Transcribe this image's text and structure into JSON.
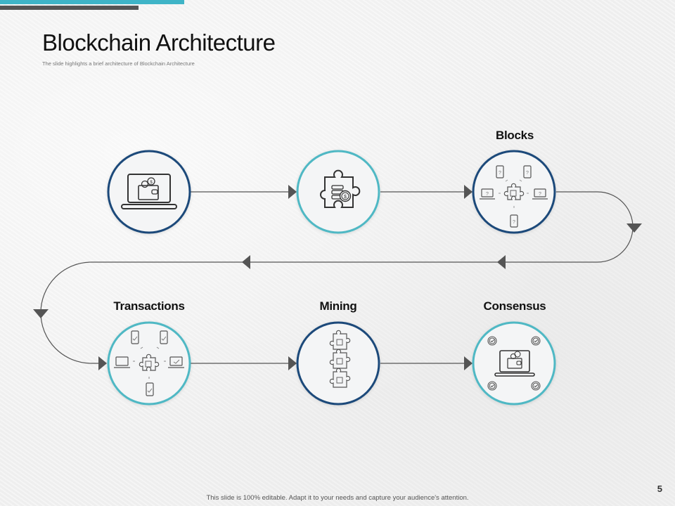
{
  "header": {
    "title": "Blockchain Architecture",
    "subtitle": "The slide highlights a brief architecture  of Blockchain Architecture"
  },
  "stages": [
    {
      "label": "",
      "icon": "laptop-wallet-coins-icon",
      "ring_color": "#1b4a7a"
    },
    {
      "label": "",
      "icon": "puzzle-coins-icon",
      "ring_color": "#4fb8c4"
    },
    {
      "label": "Blocks",
      "icon": "network-puzzle-question-icon",
      "ring_color": "#1b4a7a"
    },
    {
      "label": "Transactions",
      "icon": "network-puzzle-check-icon",
      "ring_color": "#4fb8c4"
    },
    {
      "label": "Mining",
      "icon": "stacked-puzzle-icon",
      "ring_color": "#1b4a7a"
    },
    {
      "label": "Consensus",
      "icon": "laptop-wallet-checks-icon",
      "ring_color": "#4fb8c4"
    }
  ],
  "colors": {
    "accent_teal": "#3fb4c7",
    "accent_gray": "#555555",
    "navy": "#1b4a7a",
    "teal": "#4fb8c4",
    "connector": "#555555"
  },
  "footer": {
    "note": "This slide is 100% editable. Adapt it to your needs and capture your audience's attention.",
    "page_number": "5"
  }
}
